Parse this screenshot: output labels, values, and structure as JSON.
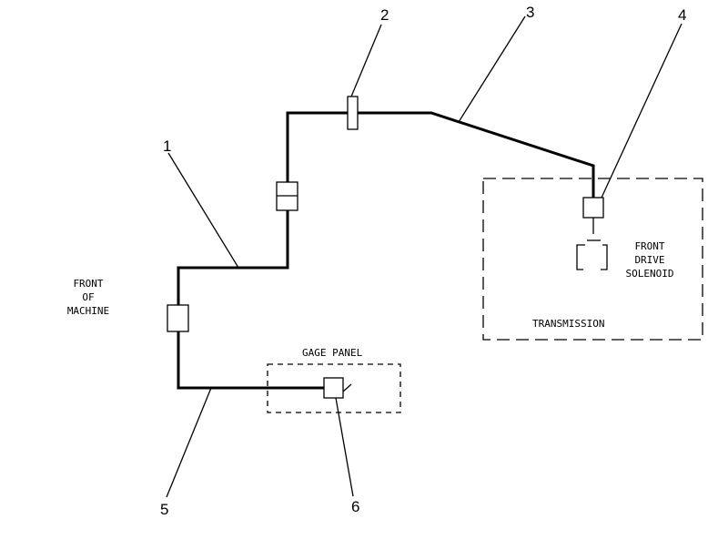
{
  "callouts": [
    "1",
    "2",
    "3",
    "4",
    "5",
    "6"
  ],
  "labels": {
    "front_of_machine": [
      "FRONT",
      "OF",
      "MACHINE"
    ],
    "gage_panel": "GAGE PANEL",
    "front_drive_solenoid": [
      "FRONT",
      "DRIVE",
      "SOLENOID"
    ],
    "transmission": "TRANSMISSION"
  }
}
